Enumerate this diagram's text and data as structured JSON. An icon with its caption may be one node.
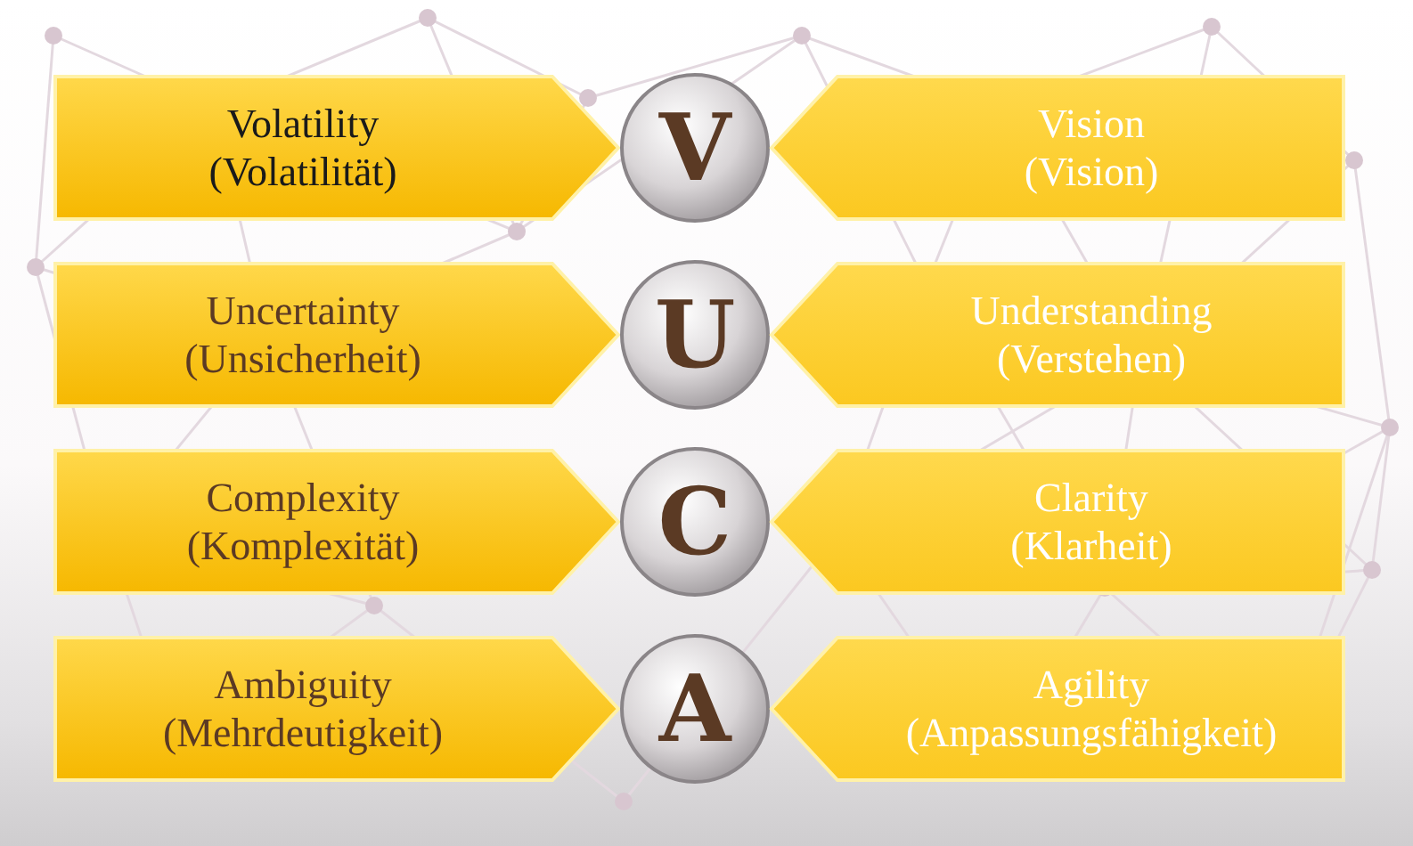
{
  "diagram": {
    "nodes": [
      {
        "text": [
          "Volatility",
          "(Volatilität)"
        ]
      },
      {
        "text": [
          "V"
        ]
      },
      {
        "text": [
          "Vision",
          "(Vision)"
        ]
      },
      {
        "text": [
          "Uncertainty",
          "(Unsicherheit)"
        ]
      },
      {
        "text": [
          "U"
        ]
      },
      {
        "text": [
          "Understanding",
          "(Verstehen)"
        ]
      },
      {
        "text": [
          "Complexity",
          "(Komplexität)"
        ]
      },
      {
        "text": [
          "C"
        ]
      },
      {
        "text": [
          "Clarity",
          "(Klarheit)"
        ]
      },
      {
        "text": [
          "Ambiguity",
          "(Mehrdeutigkeit)"
        ]
      },
      {
        "text": [
          "A"
        ]
      },
      {
        "text": [
          "Agility",
          "(Anpassungsfähigkeit)"
        ]
      }
    ]
  }
}
